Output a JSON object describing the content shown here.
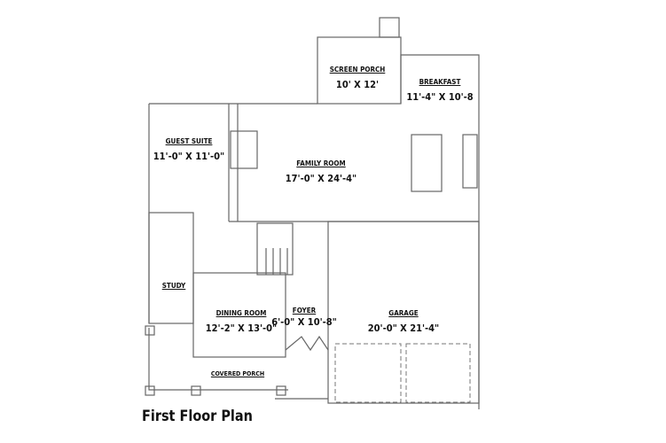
{
  "title": "First Floor Plan",
  "rooms": {
    "screen_porch": {
      "name": "SCREEN PORCH",
      "dim": "10' X 12'"
    },
    "breakfast": {
      "name": "BREAKFAST",
      "dim": "11'-4\" X 10'-8"
    },
    "guest_suite": {
      "name": "GUEST SUITE",
      "dim": "11'-0\" X 11'-0\""
    },
    "family_room": {
      "name": "FAMILY ROOM",
      "dim": "17'-0\" X 24'-4\""
    },
    "study": {
      "name": "STUDY"
    },
    "dining_room": {
      "name": "DINING ROOM",
      "dim": "12'-2\" X 13'-0\""
    },
    "foyer": {
      "name": "FOYER",
      "dim": "6'-0\" X 10'-8\""
    },
    "garage": {
      "name": "GARAGE",
      "dim": "20'-0\" X 21'-4\""
    },
    "covered_porch": {
      "name": "COVERED PORCH"
    }
  }
}
